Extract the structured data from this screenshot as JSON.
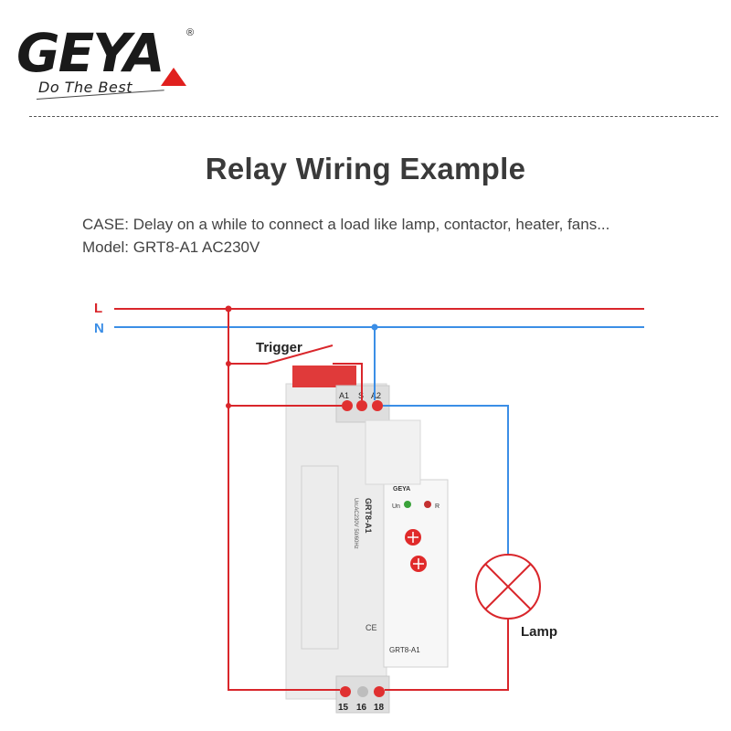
{
  "brand": {
    "logo_text": "GEYA",
    "registered": "®",
    "slogan": "Do The Best"
  },
  "header": {
    "title": "Relay Wiring  Example",
    "case": "CASE: Delay on a while to connect a load like lamp, contactor, heater, fans...",
    "model": "Model: GRT8-A1 AC230V"
  },
  "diagram": {
    "line_l": "L",
    "line_n": "N",
    "trigger": "Trigger",
    "lamp": "Lamp",
    "terminals_top": [
      "A1",
      "S",
      "A2"
    ],
    "terminals_bottom": [
      "15",
      "16",
      "18"
    ],
    "relay": {
      "brand": "GEYA",
      "model_vertical": "GRT8-A1",
      "model_front": "GRT8-A1",
      "led_on": "Un",
      "led_relay": "R",
      "specs": "Un:AC230V 50/60Hz",
      "ce": "CE"
    },
    "colors": {
      "live": "#d9262b",
      "neutral": "#3b8ee6",
      "device": "#f2f2f2",
      "terminal_red": "#e03030",
      "knob": "#e02a2a"
    }
  }
}
